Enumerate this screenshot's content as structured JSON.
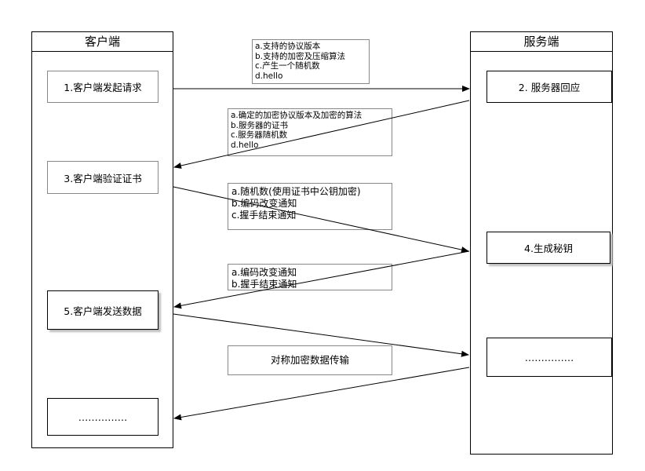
{
  "client": {
    "title": "客户端",
    "steps": [
      "1.客户端发起请求",
      "3.客户端验证证书",
      "5.客户端发送数据",
      "……………"
    ]
  },
  "server": {
    "title": "服务端",
    "steps": [
      "2. 服务器回应",
      "4.生成秘钥",
      "……………"
    ]
  },
  "messages": {
    "m1": [
      "a.支持的协议版本",
      "b.支持的加密及压缩算法",
      "c.产生一个随机数",
      "d.hello"
    ],
    "m2": [
      "a.确定的加密协议版本及加密的算法",
      "b.服务器的证书",
      "c.服务器随机数",
      "d.hello"
    ],
    "m3": [
      "a.随机数(使用证书中公钥加密)",
      "b.编码改变通知",
      "c.握手结束通知"
    ],
    "m4": [
      "a.编码改变通知",
      "b.握手结束通知"
    ],
    "m5": "对称加密数据传输"
  }
}
